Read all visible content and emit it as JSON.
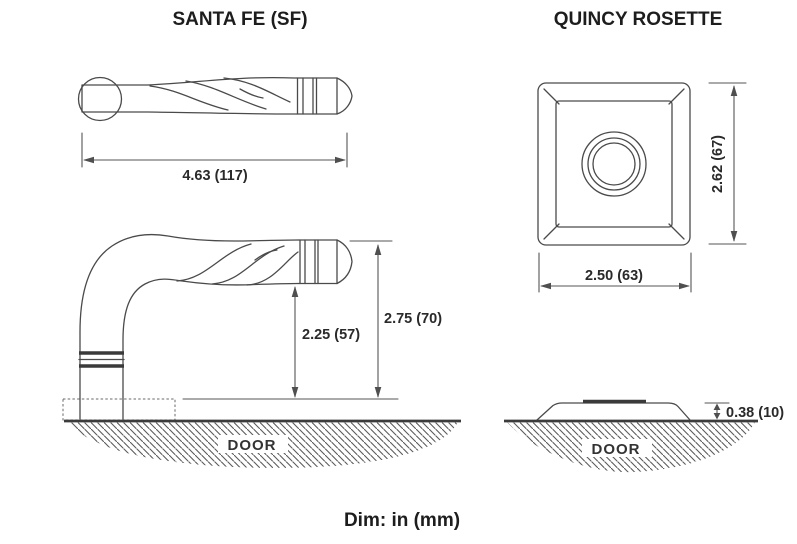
{
  "page": {
    "footer_note": "Dim: in (mm)"
  },
  "left_drawing": {
    "title": "SANTA FE (SF)",
    "top_view": {
      "length_dim": "4.63 (117)"
    },
    "side_view": {
      "grip_clearance_dim": "2.25 (57)",
      "projection_dim": "2.75 (70)",
      "door_label": "DOOR"
    }
  },
  "right_drawing": {
    "title": "QUINCY ROSETTE",
    "front_view": {
      "width_dim": "2.50 (63)",
      "height_dim": "2.62 (67)"
    },
    "side_view": {
      "thickness_dim": "0.38 (10)",
      "door_label": "DOOR"
    }
  },
  "colors": {
    "line": "#4a4a4a",
    "door_line": "#3c3c3c",
    "text": "#1d1d1d",
    "background": "#ffffff"
  }
}
